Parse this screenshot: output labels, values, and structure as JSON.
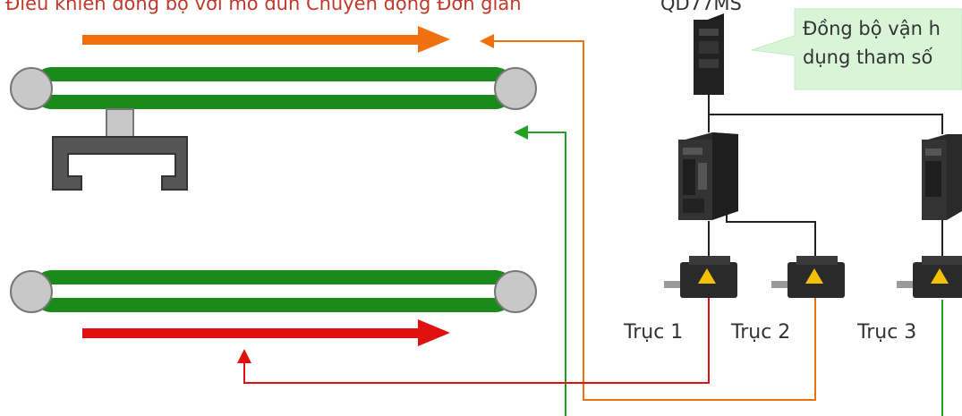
{
  "header": {
    "title": "Điều khiển đồng bộ với mô đun Chuyển động Đơn giản",
    "controller_label": "QD77MS"
  },
  "callout": {
    "line1": "Đồng bộ vận h",
    "line2": "dụng tham số"
  },
  "axes": [
    {
      "label": "Trục 1"
    },
    {
      "label": "Trục 2"
    },
    {
      "label": "Trục 3"
    }
  ],
  "colors": {
    "belt_green": "#1a8a1a",
    "roller_gray": "#c8c8c8",
    "bracket_gray": "#555555",
    "arrow_orange": "#f07010",
    "arrow_red": "#e01010",
    "wire_black": "#222222",
    "line_green": "#22a022",
    "callout_fill": "#d8f5d8",
    "title_red": "#c0392b"
  }
}
